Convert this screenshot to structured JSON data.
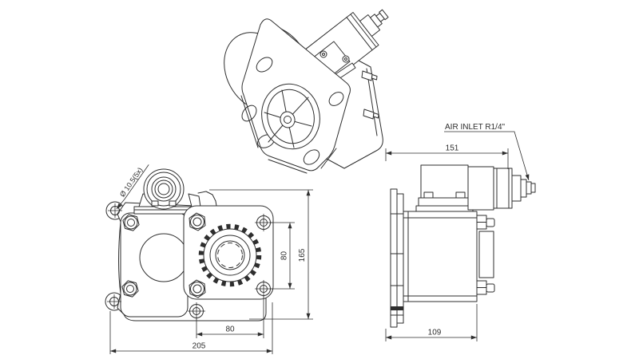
{
  "drawing": {
    "background_color": "#ffffff",
    "line_color": "#2e2e2e",
    "views": {
      "front": {
        "hole_callout": "Ø 10.5(5x)",
        "dim_bolt_spacing_vertical": "80",
        "dim_total_height": "165",
        "dim_bolt_spacing_horizontal": "80",
        "dim_total_width": "205"
      },
      "side": {
        "air_inlet_callout": "AIR INLET R1/4\"",
        "dim_total_length": "151",
        "dim_body_depth": "109"
      }
    }
  }
}
